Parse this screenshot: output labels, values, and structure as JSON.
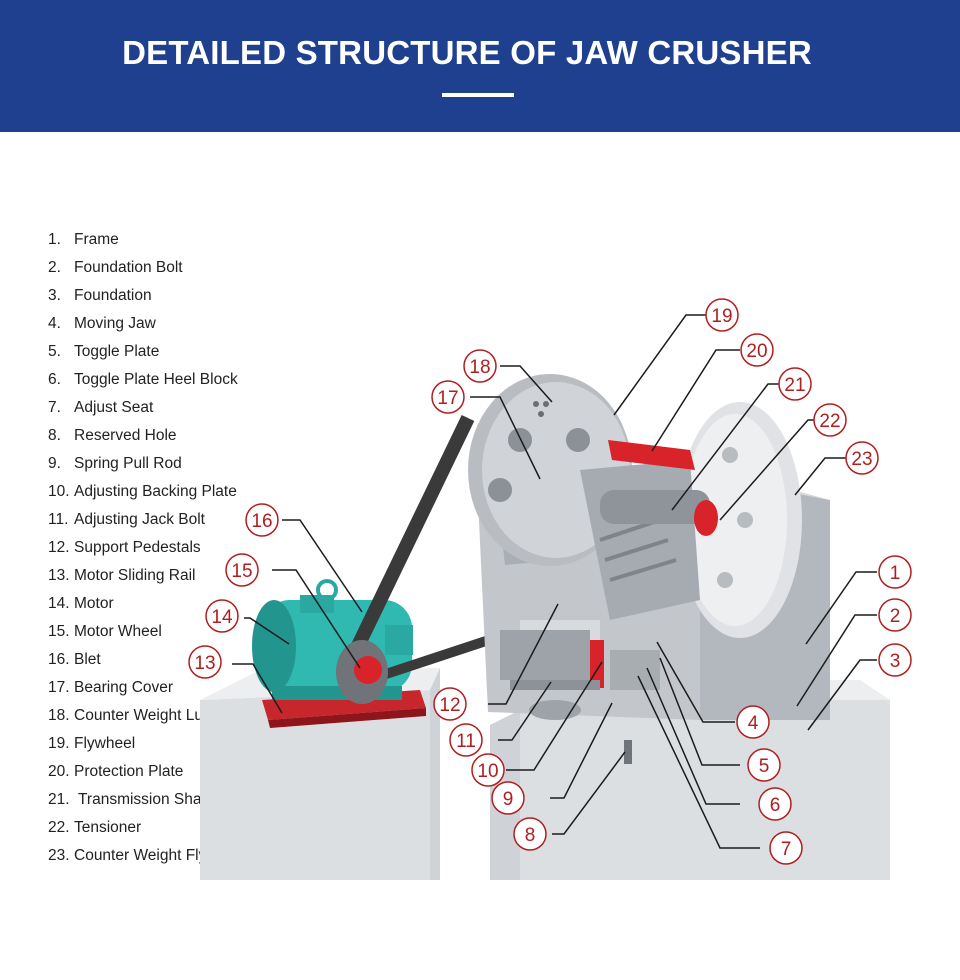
{
  "title": "DETAILED STRUCTURE OF JAW CRUSHER",
  "parts": [
    {
      "num": "1.",
      "label": "Frame"
    },
    {
      "num": "2.",
      "label": "Foundation Bolt"
    },
    {
      "num": "3.",
      "label": "Foundation"
    },
    {
      "num": "4.",
      "label": "Moving Jaw"
    },
    {
      "num": "5.",
      "label": "Toggle Plate"
    },
    {
      "num": "6.",
      "label": "Toggle Plate Heel Block"
    },
    {
      "num": "7.",
      "label": "Adjust Seat"
    },
    {
      "num": "8.",
      "label": "Reserved Hole"
    },
    {
      "num": "9.",
      "label": "Spring Pull Rod"
    },
    {
      "num": "10.",
      "label": "Adjusting Backing Plate"
    },
    {
      "num": "11.",
      "label": "Adjusting Jack Bolt"
    },
    {
      "num": "12.",
      "label": "Support Pedestals"
    },
    {
      "num": "13.",
      "label": "Motor Sliding Rail"
    },
    {
      "num": "14.",
      "label": "Motor"
    },
    {
      "num": "15.",
      "label": "Motor Wheel"
    },
    {
      "num": "16.",
      "label": "Blet"
    },
    {
      "num": "17.",
      "label": "Bearing Cover"
    },
    {
      "num": "18.",
      "label": "Counter Weight Lump"
    },
    {
      "num": "19.",
      "label": "Flywheel"
    },
    {
      "num": "20.",
      "label": "Protection Plate"
    },
    {
      "num": "21.",
      "label": " Transmission Shaft"
    },
    {
      "num": "22.",
      "label": "Tensioner"
    },
    {
      "num": "23.",
      "label": "Counter Weight Flywheel"
    }
  ],
  "callouts": [
    "1",
    "2",
    "3",
    "4",
    "5",
    "6",
    "7",
    "8",
    "9",
    "10",
    "11",
    "12",
    "13",
    "14",
    "15",
    "16",
    "17",
    "18",
    "19",
    "20",
    "21",
    "22",
    "23"
  ],
  "colors": {
    "header": "#1f3f8f",
    "machine": "#c9ccd0",
    "motor": "#2fb9b1",
    "accent_red": "#d8232a",
    "callout_red": "#b01f1f"
  }
}
